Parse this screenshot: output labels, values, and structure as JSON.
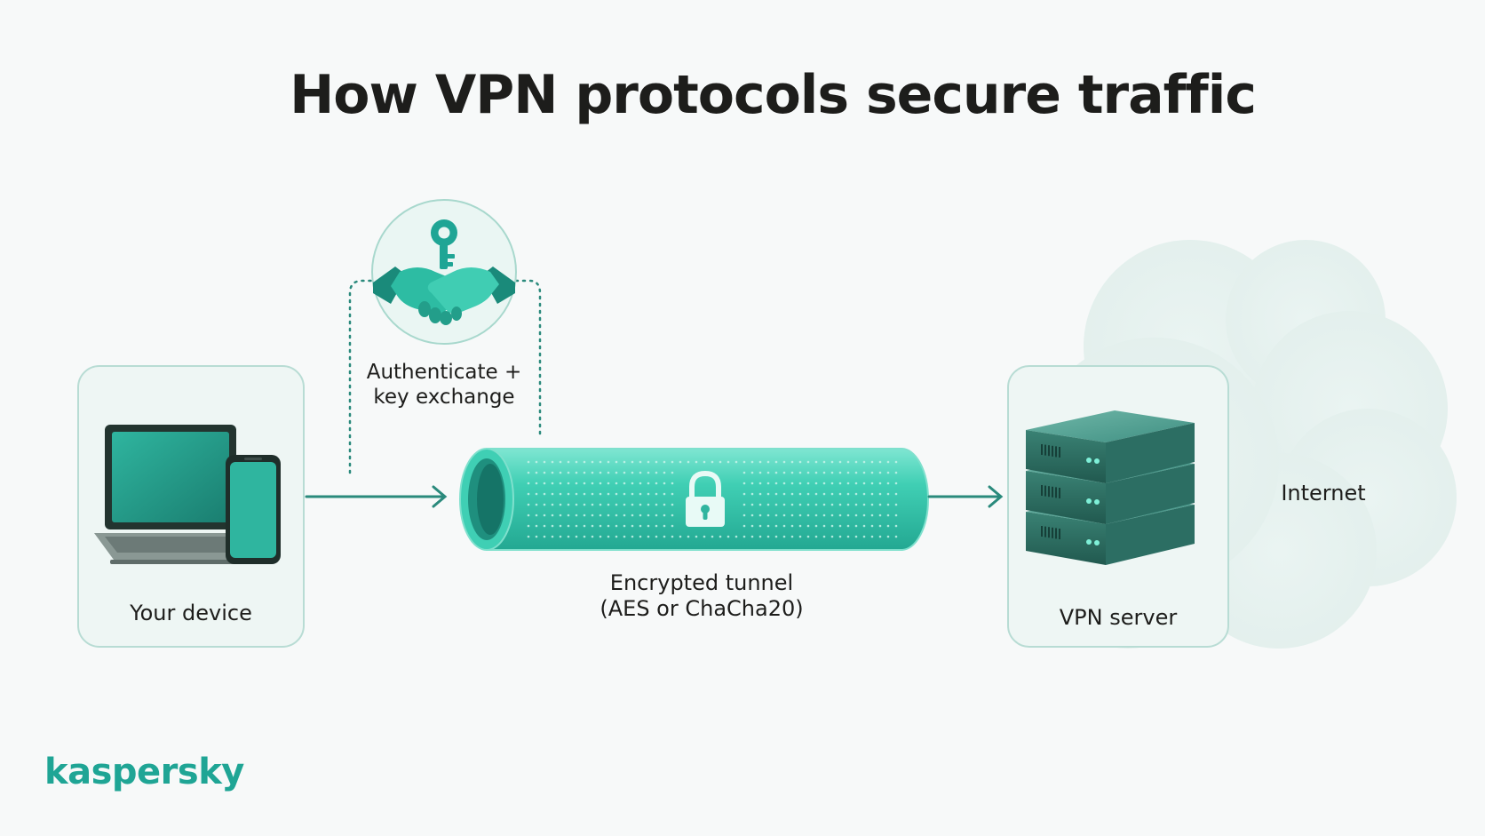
{
  "title": "How VPN protocols secure traffic",
  "device_label": "Your device",
  "auth_label_line1": "Authenticate +",
  "auth_label_line2": "key exchange",
  "tunnel_label_line1": "Encrypted tunnel",
  "tunnel_label_line2": "(AES or ChaCha20)",
  "server_label": "VPN server",
  "internet_label": "Internet",
  "brand": "kaspersky",
  "colors": {
    "accent": "#1fa595",
    "dark_teal": "#2a6e66",
    "tunnel": "#3fcfb4",
    "line": "#2a8a7c"
  },
  "icons": [
    "laptop-icon",
    "smartphone-icon",
    "handshake-icon",
    "key-icon",
    "lock-icon",
    "server-stack-icon",
    "cloud-icon"
  ]
}
